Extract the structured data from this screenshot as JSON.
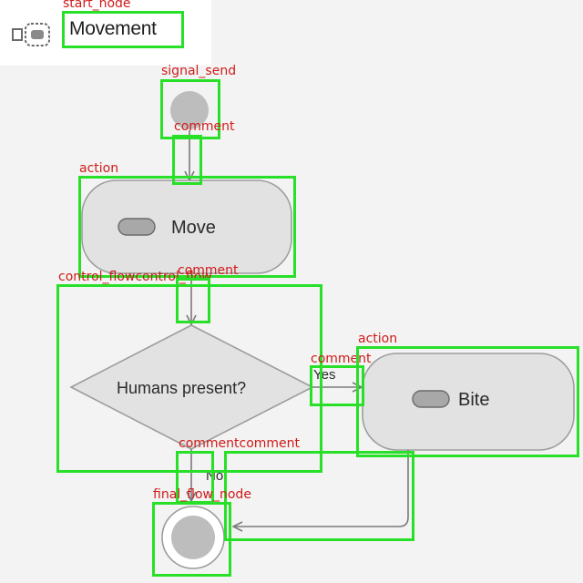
{
  "diagram": {
    "title": "Movement",
    "nodes": {
      "move": "Move",
      "decision": "Humans present?",
      "bite": "Bite"
    },
    "edges": {
      "yes": "Yes",
      "no": "No"
    }
  },
  "annotations": [
    {
      "key": "start",
      "label": "start_node"
    },
    {
      "key": "signal",
      "label": "signal_send"
    },
    {
      "key": "c1",
      "label": "comment"
    },
    {
      "key": "act1",
      "label": "action"
    },
    {
      "key": "cf",
      "label": "control_flowcontrol_flow"
    },
    {
      "key": "c2",
      "label": "comment"
    },
    {
      "key": "c3",
      "label": "comment"
    },
    {
      "key": "act2",
      "label": "action"
    },
    {
      "key": "c4",
      "label": "commentcomment"
    },
    {
      "key": "final",
      "label": "final_flow_node"
    }
  ],
  "colors": {
    "box": "#28e028",
    "label": "#d01a1a",
    "node_fill": "#e2e2e2",
    "node_stroke": "#9c9c9c",
    "background": "#f3f3f3"
  }
}
